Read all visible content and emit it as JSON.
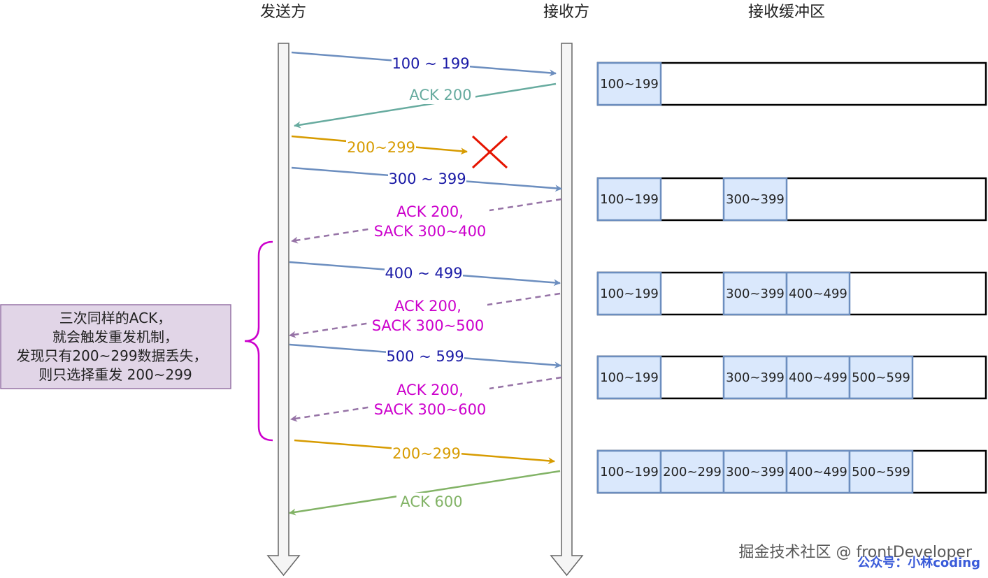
{
  "headers": {
    "sender": "发送方",
    "receiver": "接收方",
    "buffer": "接收缓冲区"
  },
  "messages": [
    {
      "label": "100 ~ 199",
      "direction": "send",
      "style": "solid",
      "color": "#6c8ebf",
      "text_color": "#1a1aa6"
    },
    {
      "label": "ACK 200",
      "direction": "ack",
      "style": "solid",
      "color": "#67ab9f",
      "text_color": "#67ab9f"
    },
    {
      "label": "200~299",
      "direction": "send",
      "style": "solid",
      "color": "#d79b00",
      "text_color": "#d79b00",
      "lost": true
    },
    {
      "label": "300 ~ 399",
      "direction": "send",
      "style": "solid",
      "color": "#6c8ebf",
      "text_color": "#1a1aa6"
    },
    {
      "label": "ACK 200,",
      "label2": "SACK 300~400",
      "direction": "ack",
      "style": "dashed",
      "color": "#9673a6",
      "text_color": "#cc00cc"
    },
    {
      "label": "400 ~ 499",
      "direction": "send",
      "style": "solid",
      "color": "#6c8ebf",
      "text_color": "#1a1aa6"
    },
    {
      "label": "ACK 200,",
      "label2": "SACK 300~500",
      "direction": "ack",
      "style": "dashed",
      "color": "#9673a6",
      "text_color": "#cc00cc"
    },
    {
      "label": "500 ~ 599",
      "direction": "send",
      "style": "solid",
      "color": "#6c8ebf",
      "text_color": "#1a1aa6"
    },
    {
      "label": "ACK 200,",
      "label2": "SACK 300~600",
      "direction": "ack",
      "style": "dashed",
      "color": "#9673a6",
      "text_color": "#cc00cc"
    },
    {
      "label": "200~299",
      "direction": "send",
      "style": "solid",
      "color": "#d79b00",
      "text_color": "#d79b00"
    },
    {
      "label": "ACK 600",
      "direction": "ack",
      "style": "solid",
      "color": "#82b366",
      "text_color": "#82b366"
    }
  ],
  "lost_marker": {
    "icon": "red-x",
    "color": "#e51400"
  },
  "buffer_rows": [
    [
      "100~199",
      "",
      "",
      "",
      ""
    ],
    [
      "100~199",
      "",
      "300~399",
      "",
      ""
    ],
    [
      "100~199",
      "",
      "300~399",
      "400~499",
      ""
    ],
    [
      "100~199",
      "",
      "300~399",
      "400~499",
      "500~599"
    ],
    [
      "100~199",
      "200~299",
      "300~399",
      "400~499",
      "500~599"
    ]
  ],
  "note": {
    "lines": [
      "三次同样的ACK，",
      "就会触发重发机制，",
      "发现只有200~299数据丢失，",
      "则只选择重发 200~299"
    ],
    "bg": "#e1d5e7",
    "border": "#9673a6",
    "brace_color": "#cc00cc"
  },
  "watermark": {
    "line1": "掘金技术社区 @ frontDeveloper",
    "line2": "公众号：小林coding"
  },
  "colors": {
    "lifeline_fill": "#f5f5f5",
    "lifeline_stroke": "#666666",
    "cell_fill": "#dae8fc",
    "cell_stroke": "#6c8ebf"
  }
}
